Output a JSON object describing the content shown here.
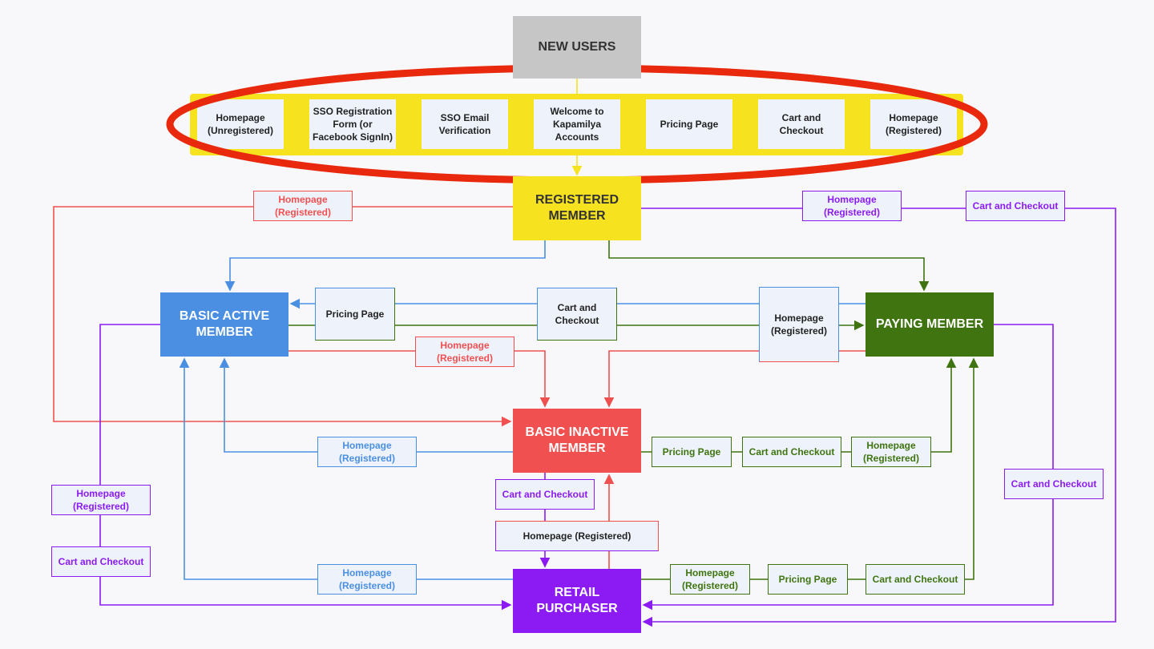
{
  "colors": {
    "blue": "#4a8fe2",
    "red": "#f05050",
    "green": "#3f7410",
    "purple": "#8b1bf2",
    "yellow": "#f6e21f",
    "gray": "#c6c6c6",
    "flow_bg": "#eef3fb",
    "highlight": "#e8290e"
  },
  "states": {
    "new_users": "NEW USERS",
    "registered": "REGISTERED\nMEMBER",
    "basic_active": "BASIC ACTIVE\nMEMBER",
    "paying": "PAYING MEMBER",
    "basic_inactive": "BASIC INACTIVE\nMEMBER",
    "retail": "RETAIL\nPURCHASER"
  },
  "onboarding_flow": [
    "Homepage\n(Unregistered)",
    "SSO Registration\nForm (or\nFacebook SignIn)",
    "SSO Email\nVerification",
    "Welcome to\nKapamilya\nAccounts",
    "Pricing Page",
    "Cart and\nCheckout",
    "Homepage\n(Registered)"
  ],
  "labels": {
    "reg_to_inactive_home": "Homepage\n(Registered)",
    "reg_to_retail_home": "Homepage\n(Registered)",
    "reg_to_retail_cart": "Cart and Checkout",
    "active_paying_pricing": "Pricing Page",
    "active_paying_cart": "Cart and\nCheckout",
    "active_paying_home": "Homepage\n(Registered)",
    "active_to_inactive_home": "Homepage\n(Registered)",
    "inactive_to_active_home": "Homepage\n(Registered)",
    "inactive_paying_pricing": "Pricing Page",
    "inactive_paying_cart": "Cart and Checkout",
    "inactive_paying_home": "Homepage\n(Registered)",
    "inactive_to_retail_cart": "Cart and Checkout",
    "inactive_retail_home": "Homepage (Registered)",
    "active_to_retail_home": "Homepage\n(Registered)",
    "active_to_retail_cart": "Cart and Checkout",
    "retail_to_active_home": "Homepage\n(Registered)",
    "retail_paying_home": "Homepage\n(Registered)",
    "retail_paying_pricing": "Pricing Page",
    "retail_paying_cart": "Cart and Checkout",
    "paying_to_retail_cart": "Cart and Checkout"
  }
}
